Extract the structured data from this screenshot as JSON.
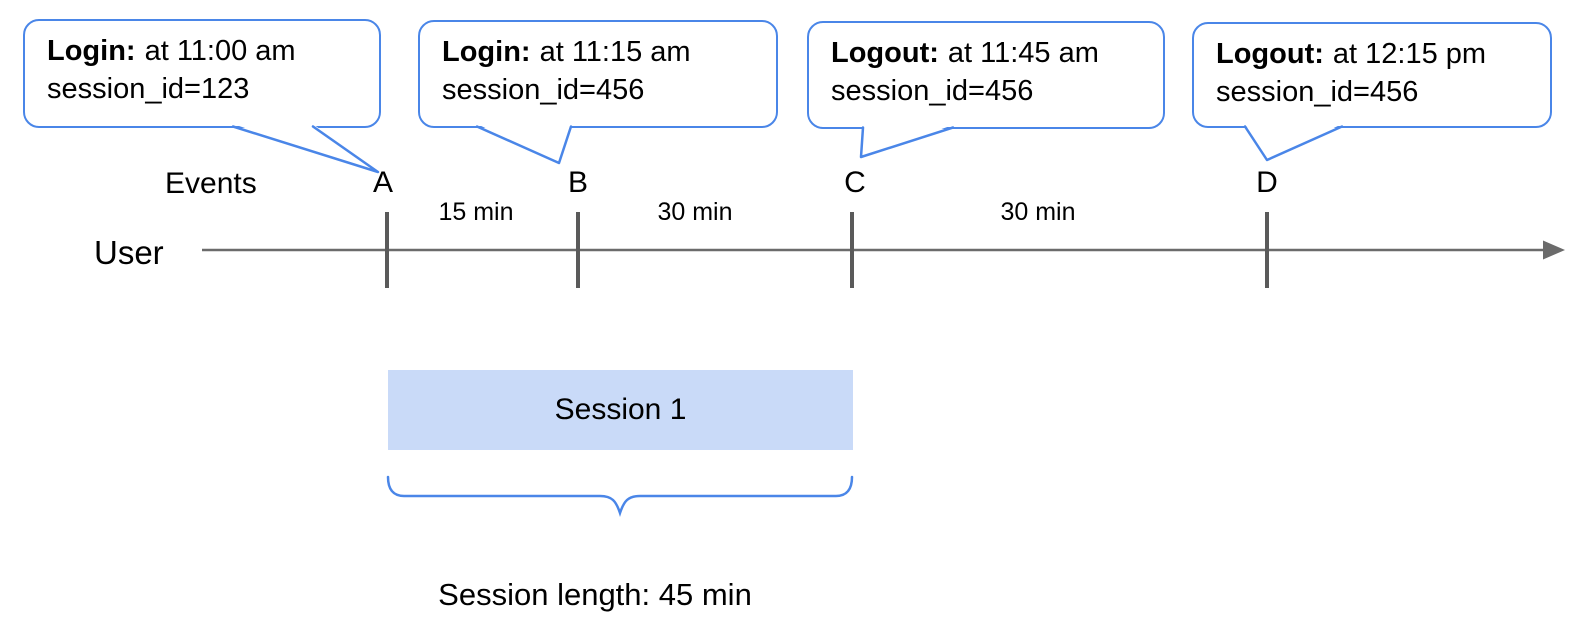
{
  "colors": {
    "accent": "#4a86e8",
    "session_fill": "#c9daf8",
    "timeline": "#6b6b6b",
    "tick": "#5a5a5a"
  },
  "bubbles": [
    {
      "label": "Login:",
      "time": "at 11:00 am",
      "session": "session_id=123"
    },
    {
      "label": "Login:",
      "time": "at 11:15 am",
      "session": "session_id=456"
    },
    {
      "label": "Logout:",
      "time": "at 11:45 am",
      "session": "session_id=456"
    },
    {
      "label": "Logout:",
      "time": "at 12:15 pm",
      "session": "session_id=456"
    }
  ],
  "timeline": {
    "events_label": "Events",
    "user_label": "User",
    "events": [
      "A",
      "B",
      "C",
      "D"
    ],
    "intervals": [
      "15 min",
      "30 min",
      "30 min"
    ]
  },
  "session": {
    "label": "Session 1",
    "length_label": "Session length: 45 min"
  }
}
